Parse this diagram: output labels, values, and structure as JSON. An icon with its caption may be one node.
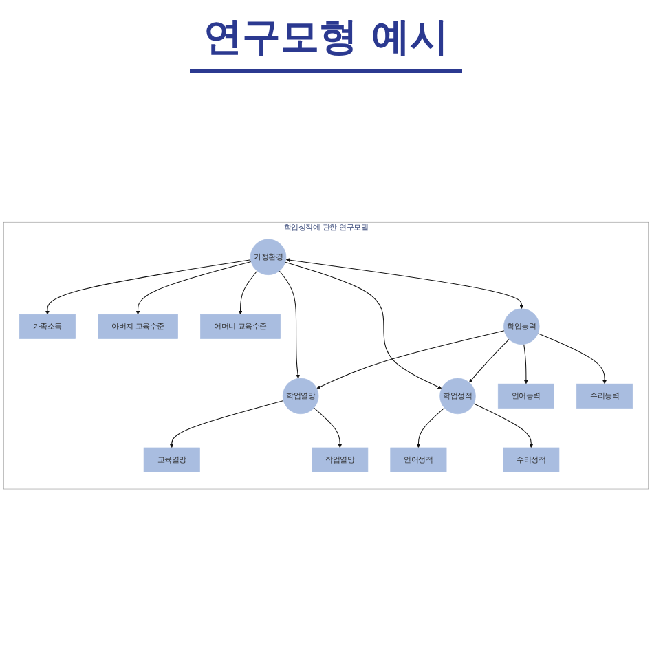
{
  "diagram": {
    "title": "연구모형 예시",
    "nodes": [
      {
        "text": [
          "학업성적에 관한 연구모델"
        ]
      },
      {
        "text": [
          "가족소득"
        ],
        "in": 0
      },
      {
        "text": [
          "아버지 교육수준"
        ],
        "in": 0
      },
      {
        "text": [
          "어머니 교육수준"
        ],
        "in": 0
      },
      {
        "text": [
          "가정환경"
        ],
        "in": 0
      },
      {
        "text": [
          "학업열망"
        ],
        "in": 0
      },
      {
        "text": [
          "교육열망"
        ],
        "in": 0
      },
      {
        "text": [
          "작업열망"
        ],
        "in": 0
      },
      {
        "text": [
          "언어능력"
        ],
        "in": 0
      },
      {
        "text": [
          "수리능력"
        ],
        "in": 0
      },
      {
        "text": [
          "학업능력"
        ],
        "in": 0
      },
      {
        "text": [
          "학업성적"
        ],
        "in": 0
      },
      {
        "text": [
          "언어성적"
        ],
        "in": 0
      },
      {
        "text": [
          "수리성적"
        ],
        "in": 0
      }
    ],
    "edges": [
      {
        "from": 4,
        "to": 1,
        "arrow": "to"
      },
      {
        "from": 4,
        "to": 2,
        "arrow": "to"
      },
      {
        "from": 4,
        "to": 3,
        "arrow": "to"
      },
      {
        "from": 4,
        "to": 5,
        "arrow": "to"
      },
      {
        "from": 4,
        "to": 11,
        "arrow": "to"
      },
      {
        "from": 4,
        "to": 10,
        "arrow": "both"
      },
      {
        "from": 5,
        "to": 6,
        "arrow": "to"
      },
      {
        "from": 5,
        "to": 7,
        "arrow": "to"
      },
      {
        "from": 10,
        "to": 8,
        "arrow": "to"
      },
      {
        "from": 10,
        "to": 9,
        "arrow": "to"
      },
      {
        "from": 10,
        "to": 5,
        "arrow": "to"
      },
      {
        "from": 10,
        "to": 11,
        "arrow": "to"
      },
      {
        "from": 11,
        "to": 12,
        "arrow": "to"
      },
      {
        "from": 11,
        "to": 13,
        "arrow": "to"
      }
    ]
  }
}
